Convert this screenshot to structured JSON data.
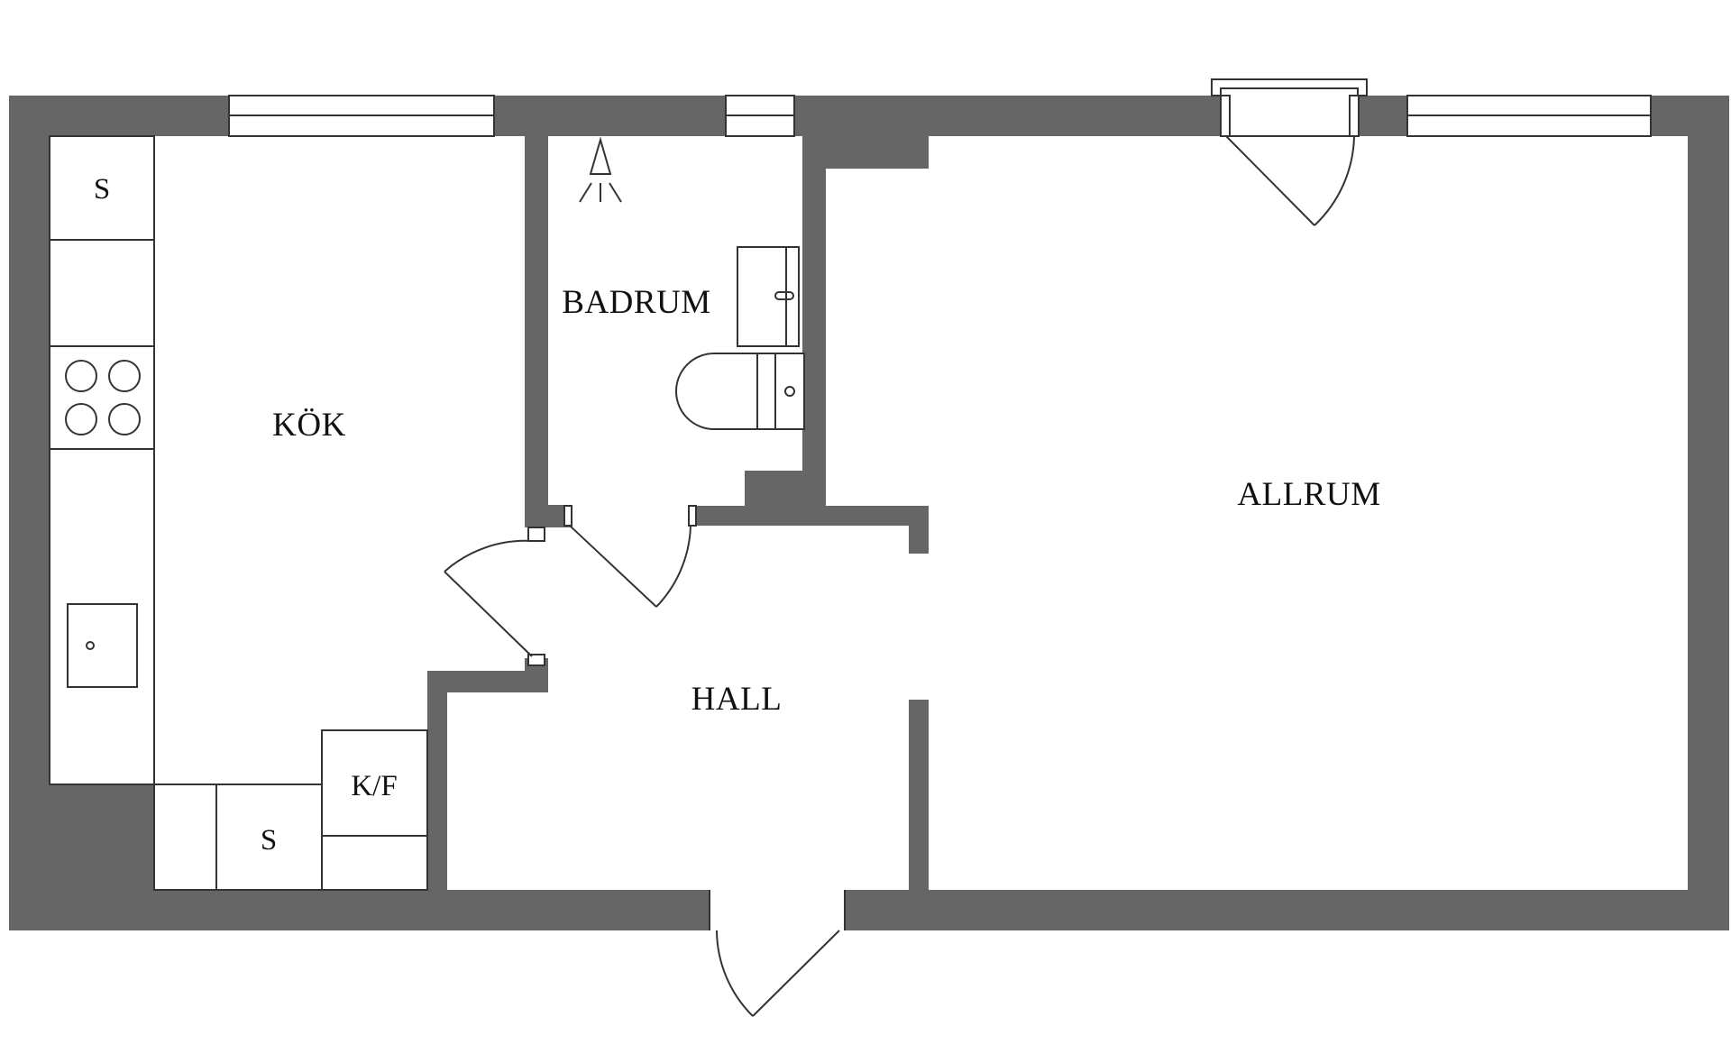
{
  "rooms": {
    "kitchen": "KÖK",
    "bathroom": "BADRUM",
    "living_room": "ALLRUM",
    "hall": "HALL"
  },
  "fixtures": {
    "cabinet_top": "S",
    "cabinet_bottom": "S",
    "fridge_freezer": "K/F"
  },
  "colors": {
    "wall": "#666666",
    "background": "#ffffff",
    "line": "#333333"
  }
}
